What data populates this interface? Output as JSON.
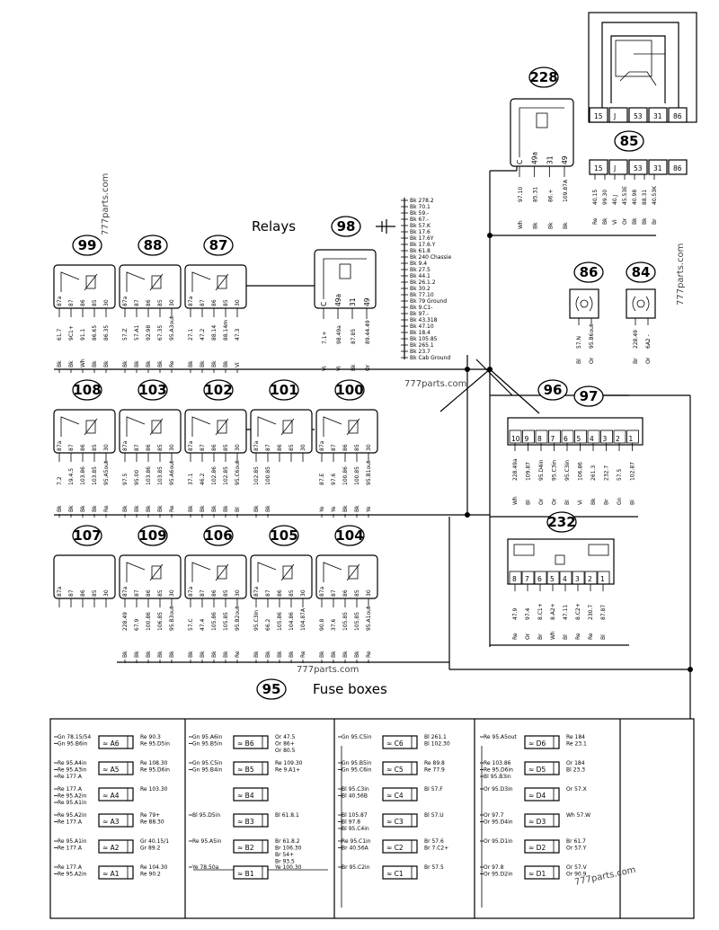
{
  "titles": {
    "relays": "Relays",
    "fuse_boxes": "Fuse boxes",
    "fuse_boxes_num": "95"
  },
  "watermarks": [
    "777parts.com",
    "777parts.com",
    "777parts.com",
    "777parts.com",
    "777parts.com"
  ],
  "relay_rows": [
    {
      "relays": [
        {
          "num": "99",
          "pins": [
            "87a",
            "87",
            "86",
            "85",
            "30"
          ],
          "wires": [
            [
              "Bk",
              "61.7"
            ],
            [
              "Bk",
              "9C1+"
            ],
            [
              "Wh",
              "91.1"
            ],
            [
              "Bk",
              "86.65"
            ],
            [
              "Bk",
              "86.35"
            ]
          ]
        },
        {
          "num": "88",
          "pins": [
            "87a",
            "87",
            "86",
            "85",
            "30"
          ],
          "wires": [
            [
              "Bk",
              "57.Z"
            ],
            [
              "Bk",
              "57.A1"
            ],
            [
              "Bk",
              "92.98"
            ],
            [
              "Bk",
              "67.35"
            ],
            [
              "Re",
              "95.A3out"
            ]
          ]
        },
        {
          "num": "87",
          "pins": [
            "87a",
            "87",
            "86",
            "85",
            "30"
          ],
          "wires": [
            [
              "Bk",
              "27.1"
            ],
            [
              "Bk",
              "47.2"
            ],
            [
              "Bk",
              "88.14"
            ],
            [
              "Bk",
              "88.14m"
            ],
            [
              "Vi",
              "47.3"
            ]
          ]
        }
      ]
    },
    {
      "relays": [
        {
          "num": "108",
          "pins": [
            "87a",
            "87",
            "86",
            "85",
            "30"
          ],
          "wires": [
            [
              "Bk",
              "7.2"
            ],
            [
              "Bk",
              "19.4.5"
            ],
            [
              "Bk",
              "103.86"
            ],
            [
              "Bk",
              "103.85"
            ],
            [
              "Re",
              "95.A5out"
            ]
          ]
        },
        {
          "num": "103",
          "pins": [
            "87a",
            "87",
            "86",
            "85",
            "30"
          ],
          "wires": [
            [
              "Bk",
              "97.5"
            ],
            [
              "Bk",
              "95.00"
            ],
            [
              "Bk",
              "103.86"
            ],
            [
              "Bk",
              "103.85"
            ],
            [
              "Re",
              "95.A6out"
            ]
          ]
        },
        {
          "num": "102",
          "pins": [
            "87a",
            "87",
            "86",
            "85",
            "30"
          ],
          "wires": [
            [
              "Bk",
              "37.1"
            ],
            [
              "Bk",
              "46.2"
            ],
            [
              "Bk",
              "102.86"
            ],
            [
              "Bk",
              "102.85"
            ],
            [
              "Bl",
              "95.C6out"
            ]
          ]
        },
        {
          "num": "101",
          "pins": [
            "87a",
            "87",
            "86",
            "85",
            "30"
          ],
          "wires": [
            [
              "Bk",
              "102.85"
            ],
            [
              "Bk",
              "100.85"
            ]
          ]
        },
        {
          "num": "100",
          "pins": [
            "87a",
            "87",
            "86",
            "85",
            "30"
          ],
          "wires": [
            [
              "Ye",
              "87.E"
            ],
            [
              "Ye",
              "97.6"
            ],
            [
              "Bk",
              "100.86"
            ],
            [
              "Bk",
              "100.85"
            ],
            [
              "Ye",
              "95.B1out"
            ]
          ]
        }
      ]
    },
    {
      "relays": [
        {
          "num": "107",
          "pins": [
            "87a",
            "87",
            "86",
            "85",
            "30"
          ],
          "wires": []
        },
        {
          "num": "109",
          "pins": [
            "87a",
            "87",
            "86",
            "85",
            "30"
          ],
          "wires": [
            [
              "Bk",
              "228.49"
            ],
            [
              "Bk",
              "67.9"
            ],
            [
              "Bk",
              "100.86"
            ],
            [
              "Bk",
              "106.85"
            ],
            [
              "Bk",
              "95.B3out"
            ]
          ]
        },
        {
          "num": "106",
          "pins": [
            "87a",
            "87",
            "86",
            "85",
            "30"
          ],
          "wires": [
            [
              "Bk",
              "57.C"
            ],
            [
              "Bk",
              "47.4"
            ],
            [
              "Bk",
              "105.86"
            ],
            [
              "Bk",
              "105.85"
            ],
            [
              "Re",
              "95.B2out"
            ]
          ]
        },
        {
          "num": "105",
          "pins": [
            "87a",
            "87",
            "86",
            "85",
            "30"
          ],
          "wires": [
            [
              "Bk",
              "95.C3in"
            ],
            [
              "Bk",
              "66.2"
            ],
            [
              "Bk",
              "105.86"
            ],
            [
              "Bk",
              "104.86"
            ],
            [
              "Re",
              "104.87A"
            ]
          ]
        },
        {
          "num": "104",
          "pins": [
            "87a",
            "87",
            "86",
            "85",
            "30"
          ],
          "wires": [
            [
              "Bk",
              "90.8"
            ],
            [
              "Bk",
              "37.6"
            ],
            [
              "Bk",
              "105.85"
            ],
            [
              "Bk",
              "105.85"
            ],
            [
              "Re",
              "95.A1out"
            ]
          ]
        }
      ]
    }
  ],
  "relay98": {
    "num": "98",
    "pins": [
      "C",
      "49a",
      "31",
      "49"
    ],
    "wires": [
      [
        "Vi",
        "7.1+"
      ],
      [
        "Vi",
        "98.49a"
      ],
      [
        "Bk",
        "87.85"
      ],
      [
        "Or",
        "89.44.49"
      ]
    ]
  },
  "relay228": {
    "num": "228",
    "pins": [
      "C",
      "49a",
      "31",
      "49"
    ],
    "wires": [
      [
        "Wh",
        "97.10"
      ],
      [
        "Bk",
        "85.31"
      ],
      [
        "Bk",
        "86.+"
      ],
      [
        "Bk",
        "109.87A"
      ]
    ]
  },
  "relay85": {
    "num": "85",
    "pins": [
      "15",
      "J",
      "53",
      "31",
      "86"
    ],
    "wires": [
      [
        "Re",
        "40.15"
      ],
      [
        "Bk",
        "99.30"
      ],
      [
        "Vi",
        "40.J"
      ],
      [
        "Or",
        "45.53E"
      ],
      [
        "Bk",
        "40.98"
      ],
      [
        "Bk",
        "88.31"
      ],
      [
        "Br",
        "40.53K"
      ]
    ]
  },
  "ground_bus": [
    "Bk 278.2",
    "Bk 70.1",
    "Bk 59.-",
    "Bk 67.-",
    "Bk 57.K",
    "Bk 17.6",
    "Bk 17.6Y",
    "Bk 17.6.Y",
    "Bk 61.8",
    "Bk 240 Chassie",
    "Bk 9.4",
    "Bk 27.5",
    "Bk 44.1",
    "Bk 26.1.2",
    "Bk 30.2",
    "Bk 77.10",
    "Bk 79 Ground",
    "Bk 9.C1-",
    "Bk 97.-",
    "Bk 43.318",
    "Bk 47.10",
    "Bk 18.4",
    "Bk 105.85",
    "Bk 265.1",
    "Bk 23.7",
    "Bk Cab Ground"
  ],
  "conn96": {
    "num": "96",
    "num2": "97",
    "pins": [
      "10",
      "9",
      "8",
      "7",
      "6",
      "5",
      "4",
      "3",
      "2",
      "1"
    ],
    "wires": [
      [
        "Wh",
        "228.49a"
      ],
      [
        "Bl",
        "109.87"
      ],
      [
        "Or",
        "95.D4in"
      ],
      [
        "Or",
        "95.C3in"
      ],
      [
        "Bl",
        "95.C3in"
      ],
      [
        "Vi",
        "106.86"
      ],
      [
        "Bk",
        "261.3"
      ],
      [
        "Br",
        "232.7"
      ],
      [
        "Gn",
        "57.5"
      ],
      [
        "Bl",
        "102.87"
      ]
    ]
  },
  "conn86": {
    "num": "86",
    "wires": [
      [
        "Bl",
        "57.N"
      ],
      [
        "Or",
        "95.B6out"
      ]
    ]
  },
  "conn84": {
    "num": "84",
    "wires": [
      [
        "Br",
        "228.49"
      ],
      [
        "Or",
        "6A2 -"
      ]
    ]
  },
  "conn232": {
    "num": "232",
    "pins": [
      "8",
      "7",
      "6",
      "5",
      "4",
      "3",
      "2",
      "1"
    ],
    "wires": [
      [
        "Re",
        "47.9"
      ],
      [
        "Or",
        "97.4"
      ],
      [
        "Br",
        "8.C1+"
      ],
      [
        "Wh",
        "8.A2+"
      ],
      [
        "Bl",
        "47.11"
      ],
      [
        "Re",
        "8.C2+"
      ],
      [
        "Re",
        "230.7"
      ],
      [
        "Bl",
        "87.87"
      ]
    ]
  },
  "fuse_col1": [
    {
      "id": "A6",
      "left": [
        "Gn 78.15/54",
        "Gn 95.B6in"
      ],
      "right": [
        "Re 90.3",
        "Re 95.D5in"
      ]
    },
    {
      "id": "A5",
      "left": [
        "Re 95.A4in",
        "Re 95.A3in",
        "Re 177.A"
      ],
      "right": [
        "Re 108.30",
        "Re 95.D6in"
      ]
    },
    {
      "id": "A4",
      "left": [
        "Re 177.A",
        "Re 95.A2in",
        "Re 95.A1in"
      ],
      "right": [
        "Re 103.30"
      ]
    },
    {
      "id": "A3",
      "left": [
        "Re 95.A2in",
        "Re 177.A"
      ],
      "right": [
        "Re 79+",
        "Re 88.30"
      ]
    },
    {
      "id": "A2",
      "left": [
        "Re 95.A1in",
        "Re 177.A"
      ],
      "right": [
        "Gr 40.15/1",
        "Gr 89.2"
      ]
    },
    {
      "id": "A1",
      "left": [
        "Re 177.A",
        "Re 95.A2in"
      ],
      "right": [
        "Re 104.30",
        "Re 90.2"
      ]
    }
  ],
  "fuse_col2": [
    {
      "id": "B6",
      "left": [
        "Gn 95.A6in",
        "Gn 95.B5in"
      ],
      "right": [
        "Or 47.5",
        "Or 86+",
        "Or 80.5"
      ]
    },
    {
      "id": "B5",
      "left": [
        "Gn 95.C5in",
        "Gn 95.B4in"
      ],
      "right": [
        "Re 109.30",
        "Re 9.A1+"
      ]
    },
    {
      "id": "B4",
      "left": [],
      "right": []
    },
    {
      "id": "B3",
      "left": [
        "Bl 95.D5in"
      ],
      "right": [
        "Bl 61.8.1"
      ]
    },
    {
      "id": "B2",
      "left": [
        "Re 95.A5in"
      ],
      "right": [
        "Br 61.8.2",
        "Br 106.30",
        "Br 54+",
        "Br 93.5"
      ]
    },
    {
      "id": "B1",
      "left": [
        "Ye 78.50a"
      ],
      "right": [
        "Ye 100.30"
      ]
    }
  ],
  "fuse_col3": [
    {
      "id": "C6",
      "left": [
        "Gn 95.C5in"
      ],
      "right": [
        "Bl 261.1",
        "Bl 102.30"
      ]
    },
    {
      "id": "C5",
      "left": [
        "Gn 95.B5in",
        "Gn 95.C6in"
      ],
      "right": [
        "Re 89.8",
        "Re 77.9"
      ]
    },
    {
      "id": "C4",
      "left": [
        "Bl 95.C3in",
        "Bl 40.56B"
      ],
      "right": [
        "Bl 57.F"
      ]
    },
    {
      "id": "C3",
      "left": [
        "Bl 105.87",
        "Bl 97.8",
        "Bl 95.C4in"
      ],
      "right": [
        "Bl 57.U"
      ]
    },
    {
      "id": "C2",
      "left": [
        "Re 95.C1in",
        "Br 40.56A"
      ],
      "right": [
        "Br 57.6",
        "Br 7.C2+"
      ]
    },
    {
      "id": "C1",
      "left": [
        "Br 95.C2in"
      ],
      "right": [
        "Br 57.5"
      ]
    }
  ],
  "fuse_col4": [
    {
      "id": "D6",
      "left": [
        "Re 95.A5out"
      ],
      "right": [
        "Re 184",
        "Re 23.1"
      ]
    },
    {
      "id": "D5",
      "left": [
        "Re 103.86",
        "Re 95.D6in",
        "Bl 95.B3in"
      ],
      "right": [
        "Or 184",
        "Bl 23.3"
      ]
    },
    {
      "id": "D4",
      "left": [
        "Or 95.D3in"
      ],
      "right": [
        "Or 57.X"
      ]
    },
    {
      "id": "D3",
      "left": [
        "Or 97.7",
        "Or 95.D4in"
      ],
      "right": [
        "Wh 57.W"
      ]
    },
    {
      "id": "D2",
      "left": [
        "Or 95.D1in"
      ],
      "right": [
        "Br 61.7",
        "Or 57.Y"
      ]
    },
    {
      "id": "D1",
      "left": [
        "Or 97.8",
        "Or 95.D2in"
      ],
      "right": [
        "Or 57.V",
        "Or 90.9"
      ]
    }
  ],
  "colors": {
    "ink": "#000000",
    "paper": "#ffffff"
  }
}
